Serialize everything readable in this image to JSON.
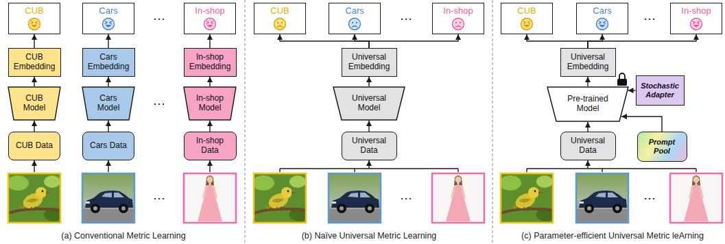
{
  "diagram": {
    "nodes": [
      {
        "text": [
          "CUB"
        ]
      },
      {
        "text": [
          "Cars"
        ]
      },
      {
        "text": [
          "In-shop"
        ]
      },
      {
        "text": [
          "CUB Embedding"
        ]
      },
      {
        "text": [
          "Cars Embedding"
        ]
      },
      {
        "text": [
          "In-shop Embedding"
        ]
      },
      {
        "text": [
          "CUB Model"
        ]
      },
      {
        "text": [
          "Cars Model"
        ]
      },
      {
        "text": [
          "In-shop Model"
        ]
      },
      {
        "text": [
          "CUB Data"
        ]
      },
      {
        "text": [
          "Cars Data"
        ]
      },
      {
        "text": [
          "In-shop Data"
        ]
      },
      {
        "text": [
          "CUB"
        ]
      },
      {
        "text": [
          "Cars"
        ]
      },
      {
        "text": [
          "In-shop"
        ]
      },
      {
        "text": [
          "Universal Embedding"
        ]
      },
      {
        "text": [
          "Universal Model"
        ]
      },
      {
        "text": [
          "Universal Data"
        ]
      },
      {
        "text": [
          "CUB"
        ]
      },
      {
        "text": [
          "Cars"
        ]
      },
      {
        "text": [
          "In-shop"
        ]
      },
      {
        "text": [
          "Universal Embedding"
        ]
      },
      {
        "text": [
          "Pre-trained Model"
        ]
      },
      {
        "text": [
          "Stochastic Adapter"
        ]
      },
      {
        "text": [
          "Universal Data"
        ]
      },
      {
        "text": [
          "Prompt Pool"
        ]
      }
    ],
    "edges": [
      {
        "from": 9,
        "to": 6,
        "arrow": "to"
      },
      {
        "from": 6,
        "to": 3,
        "arrow": "to"
      },
      {
        "from": 3,
        "to": 0,
        "arrow": "to"
      },
      {
        "from": 10,
        "to": 7,
        "arrow": "to"
      },
      {
        "from": 7,
        "to": 4,
        "arrow": "to"
      },
      {
        "from": 4,
        "to": 1,
        "arrow": "to"
      },
      {
        "from": 11,
        "to": 8,
        "arrow": "to"
      },
      {
        "from": 8,
        "to": 5,
        "arrow": "to"
      },
      {
        "from": 5,
        "to": 2,
        "arrow": "to"
      },
      {
        "from": 17,
        "to": 16,
        "arrow": "to"
      },
      {
        "from": 16,
        "to": 15,
        "arrow": "to"
      },
      {
        "from": 15,
        "to": 12,
        "arrow": "to"
      },
      {
        "from": 15,
        "to": 13,
        "arrow": "to"
      },
      {
        "from": 15,
        "to": 14,
        "arrow": "to"
      },
      {
        "from": 24,
        "to": 22,
        "arrow": "to"
      },
      {
        "from": 25,
        "to": 22,
        "arrow": "to"
      },
      {
        "from": 23,
        "to": 22,
        "arrow": "to"
      },
      {
        "from": 22,
        "to": 21,
        "arrow": "to"
      },
      {
        "from": 21,
        "to": 18,
        "arrow": "to"
      },
      {
        "from": 21,
        "to": 19,
        "arrow": "to"
      },
      {
        "from": 21,
        "to": 20,
        "arrow": "to"
      }
    ],
    "labels": [
      "⋯",
      "⋯",
      "⋯",
      "⋯",
      "⋯",
      "⋯",
      "⋯",
      "(a) Conventional Metric Learning",
      "(b) Naïve Universal Metric Learning",
      "(c) Parameter-efficient Universal Metric leArning"
    ]
  }
}
